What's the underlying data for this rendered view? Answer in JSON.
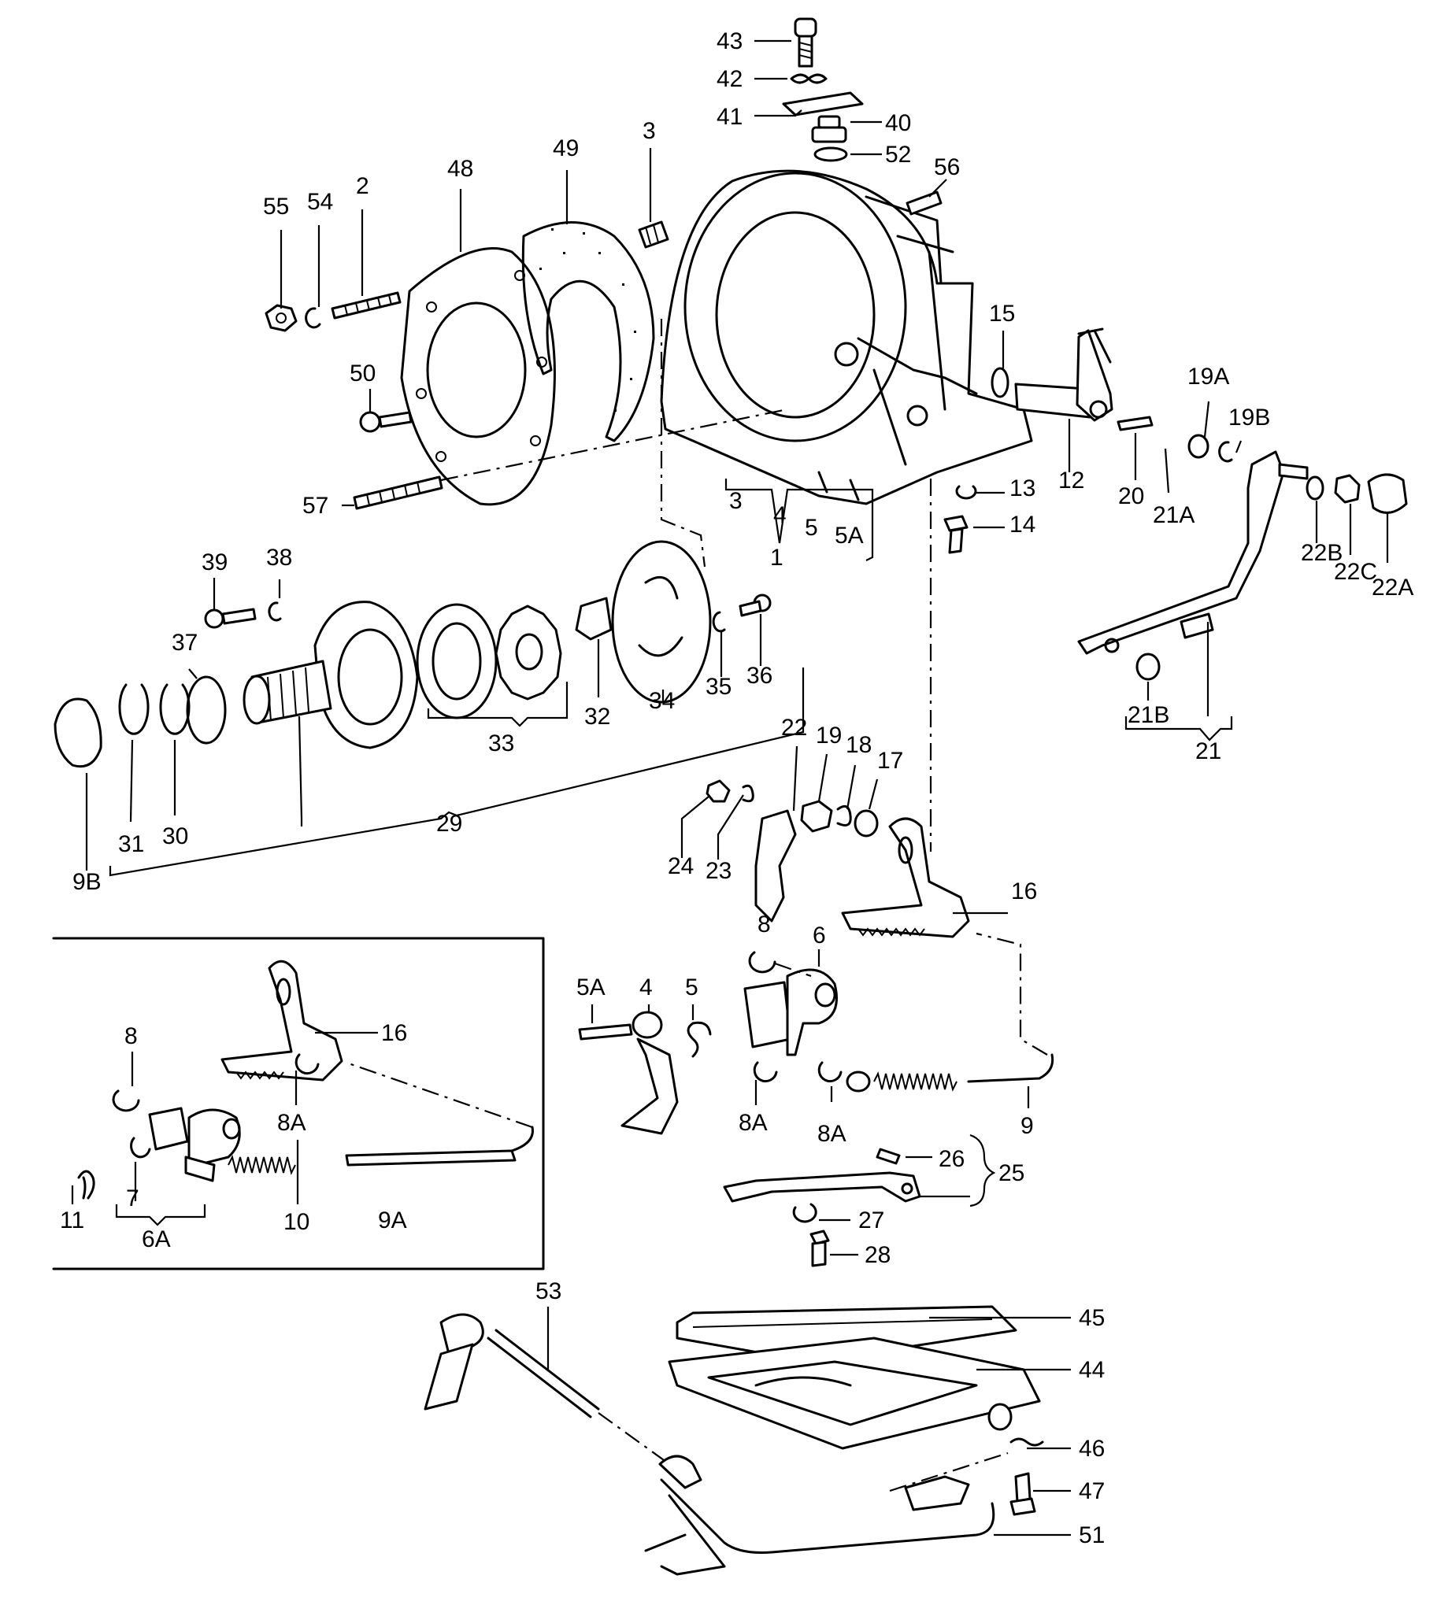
{
  "labels": [
    {
      "id": "43",
      "text": "43"
    },
    {
      "id": "42",
      "text": "42"
    },
    {
      "id": "41",
      "text": "41"
    },
    {
      "id": "40",
      "text": "40"
    },
    {
      "id": "52",
      "text": "52"
    },
    {
      "id": "3a",
      "text": "3"
    },
    {
      "id": "49",
      "text": "49"
    },
    {
      "id": "48",
      "text": "48"
    },
    {
      "id": "56",
      "text": "56"
    },
    {
      "id": "55",
      "text": "55"
    },
    {
      "id": "54",
      "text": "54"
    },
    {
      "id": "2",
      "text": "2"
    },
    {
      "id": "15",
      "text": "15"
    },
    {
      "id": "19A",
      "text": "19A"
    },
    {
      "id": "19B",
      "text": "19B"
    },
    {
      "id": "50",
      "text": "50"
    },
    {
      "id": "12",
      "text": "12"
    },
    {
      "id": "20",
      "text": "20"
    },
    {
      "id": "21A",
      "text": "21A"
    },
    {
      "id": "13",
      "text": "13"
    },
    {
      "id": "14",
      "text": "14"
    },
    {
      "id": "57",
      "text": "57"
    },
    {
      "id": "3b",
      "text": "3"
    },
    {
      "id": "4a",
      "text": "4"
    },
    {
      "id": "5a",
      "text": "5"
    },
    {
      "id": "5Aa",
      "text": "5A"
    },
    {
      "id": "1",
      "text": "1"
    },
    {
      "id": "22B",
      "text": "22B"
    },
    {
      "id": "22C",
      "text": "22C"
    },
    {
      "id": "22A",
      "text": "22A"
    },
    {
      "id": "39",
      "text": "39"
    },
    {
      "id": "38",
      "text": "38"
    },
    {
      "id": "37",
      "text": "37"
    },
    {
      "id": "35",
      "text": "35"
    },
    {
      "id": "36",
      "text": "36"
    },
    {
      "id": "32",
      "text": "32"
    },
    {
      "id": "34",
      "text": "34"
    },
    {
      "id": "33",
      "text": "33"
    },
    {
      "id": "21B",
      "text": "21B"
    },
    {
      "id": "21",
      "text": "21"
    },
    {
      "id": "22",
      "text": "22"
    },
    {
      "id": "19",
      "text": "19"
    },
    {
      "id": "18",
      "text": "18"
    },
    {
      "id": "17",
      "text": "17"
    },
    {
      "id": "29",
      "text": "29"
    },
    {
      "id": "31",
      "text": "31"
    },
    {
      "id": "30",
      "text": "30"
    },
    {
      "id": "9B",
      "text": "9B"
    },
    {
      "id": "24",
      "text": "24"
    },
    {
      "id": "23",
      "text": "23"
    },
    {
      "id": "16a",
      "text": "16"
    },
    {
      "id": "8a",
      "text": "8"
    },
    {
      "id": "6",
      "text": "6"
    },
    {
      "id": "5Ab",
      "text": "5A"
    },
    {
      "id": "4b",
      "text": "4"
    },
    {
      "id": "5b",
      "text": "5"
    },
    {
      "id": "16b",
      "text": "16"
    },
    {
      "id": "8b",
      "text": "8"
    },
    {
      "id": "8Aa",
      "text": "8A"
    },
    {
      "id": "8Ab",
      "text": "8A"
    },
    {
      "id": "8Ac",
      "text": "8A"
    },
    {
      "id": "9",
      "text": "9"
    },
    {
      "id": "26",
      "text": "26"
    },
    {
      "id": "25",
      "text": "25"
    },
    {
      "id": "27",
      "text": "27"
    },
    {
      "id": "28",
      "text": "28"
    },
    {
      "id": "11",
      "text": "11"
    },
    {
      "id": "7",
      "text": "7"
    },
    {
      "id": "6A",
      "text": "6A"
    },
    {
      "id": "10",
      "text": "10"
    },
    {
      "id": "9A",
      "text": "9A"
    },
    {
      "id": "53",
      "text": "53"
    },
    {
      "id": "45",
      "text": "45"
    },
    {
      "id": "44",
      "text": "44"
    },
    {
      "id": "46",
      "text": "46"
    },
    {
      "id": "47",
      "text": "47"
    },
    {
      "id": "51",
      "text": "51"
    }
  ]
}
